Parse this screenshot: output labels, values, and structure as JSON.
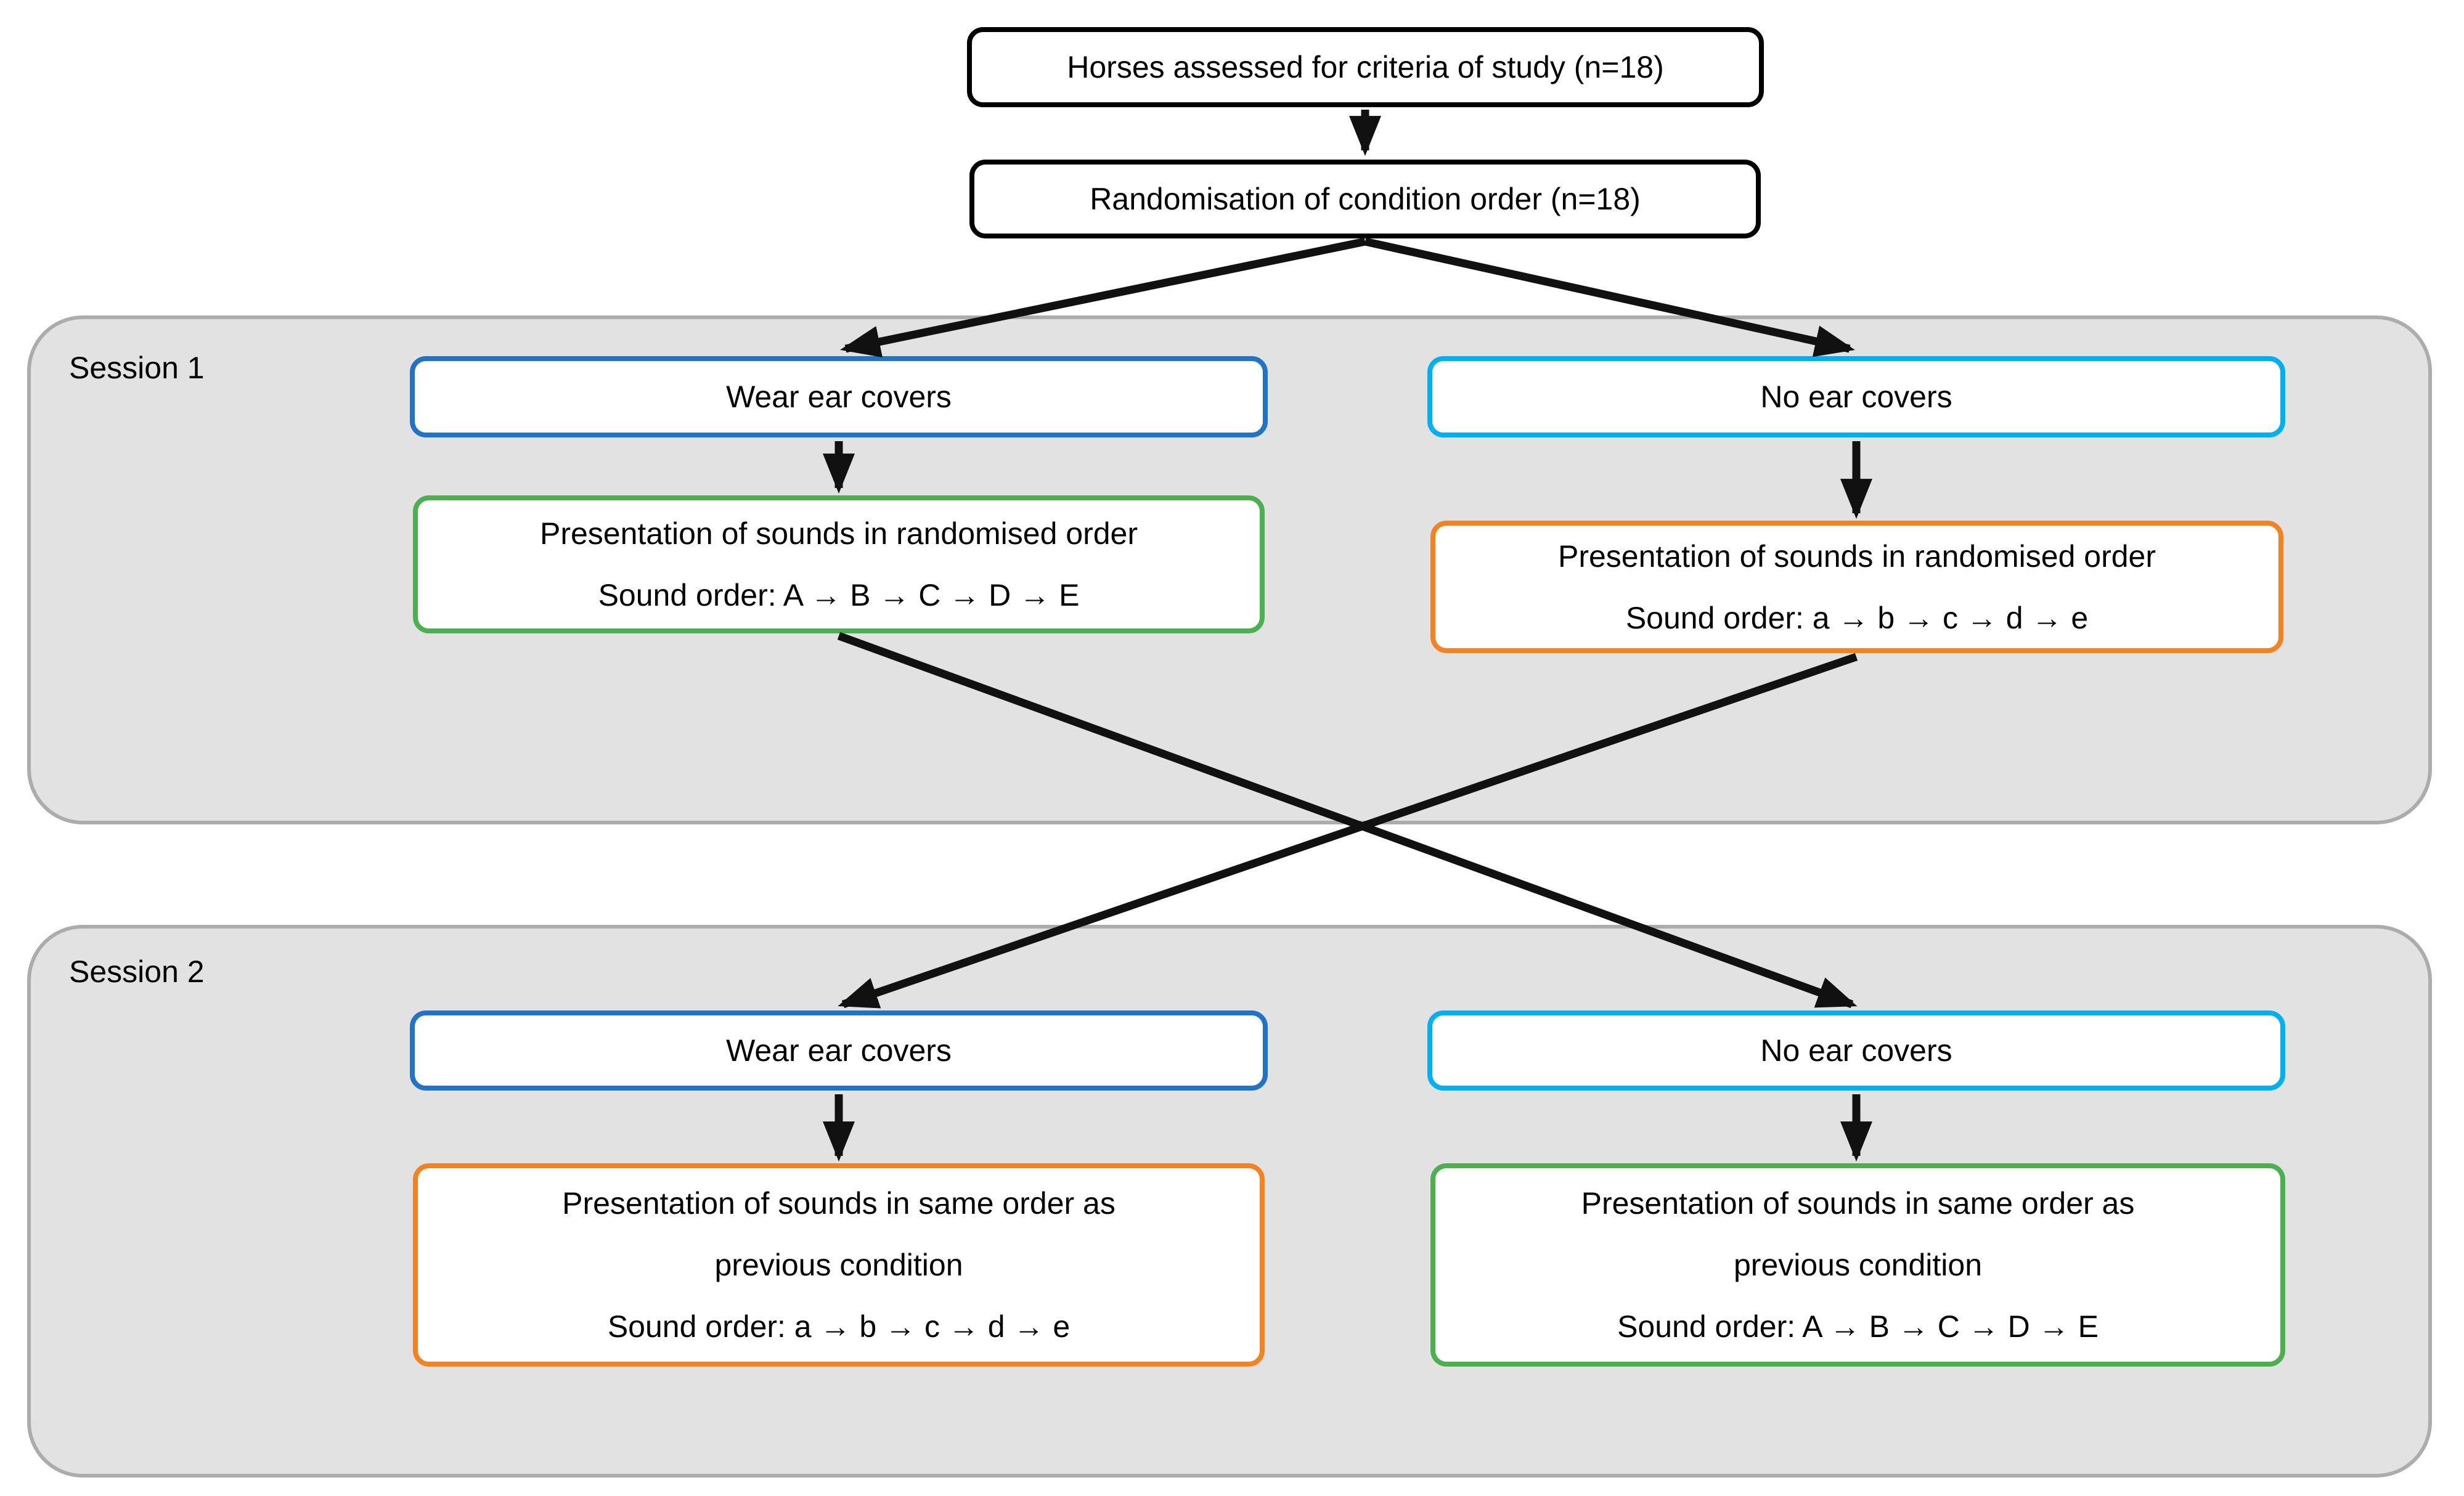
{
  "colors": {
    "blue": "#2073C6",
    "cyan": "#00B0F0",
    "green": "#4CAF50",
    "orange": "#F58220",
    "black": "#000000",
    "session_fill": "#E2E2E2",
    "session_border": "#ACACAC",
    "arrow": "#111111"
  },
  "flow": {
    "assess": {
      "label": "Horses assessed for criteria of study (n=18)"
    },
    "randomise": {
      "label": "Randomisation of condition order (n=18)"
    }
  },
  "session1": {
    "label": "Session 1",
    "wear": {
      "label": "Wear ear covers"
    },
    "no_covers": {
      "label": "No ear covers"
    },
    "presentation_wear": {
      "line1": "Presentation of sounds in randomised order",
      "line2": "Sound order: A → B → C → D → E"
    },
    "presentation_no": {
      "line1": "Presentation of sounds in randomised order",
      "line2": "Sound order: a → b → c → d → e"
    }
  },
  "session2": {
    "label": "Session 2",
    "wear": {
      "label": "Wear ear covers"
    },
    "no_covers": {
      "label": "No ear covers"
    },
    "presentation_wear": {
      "line1": "Presentation of sounds in same order as",
      "line2": "previous condition",
      "line3": "Sound order: a → b → c → d → e"
    },
    "presentation_no": {
      "line1": "Presentation of sounds in same order as",
      "line2": "previous condition",
      "line3": "Sound order: A → B → C → D → E"
    }
  }
}
